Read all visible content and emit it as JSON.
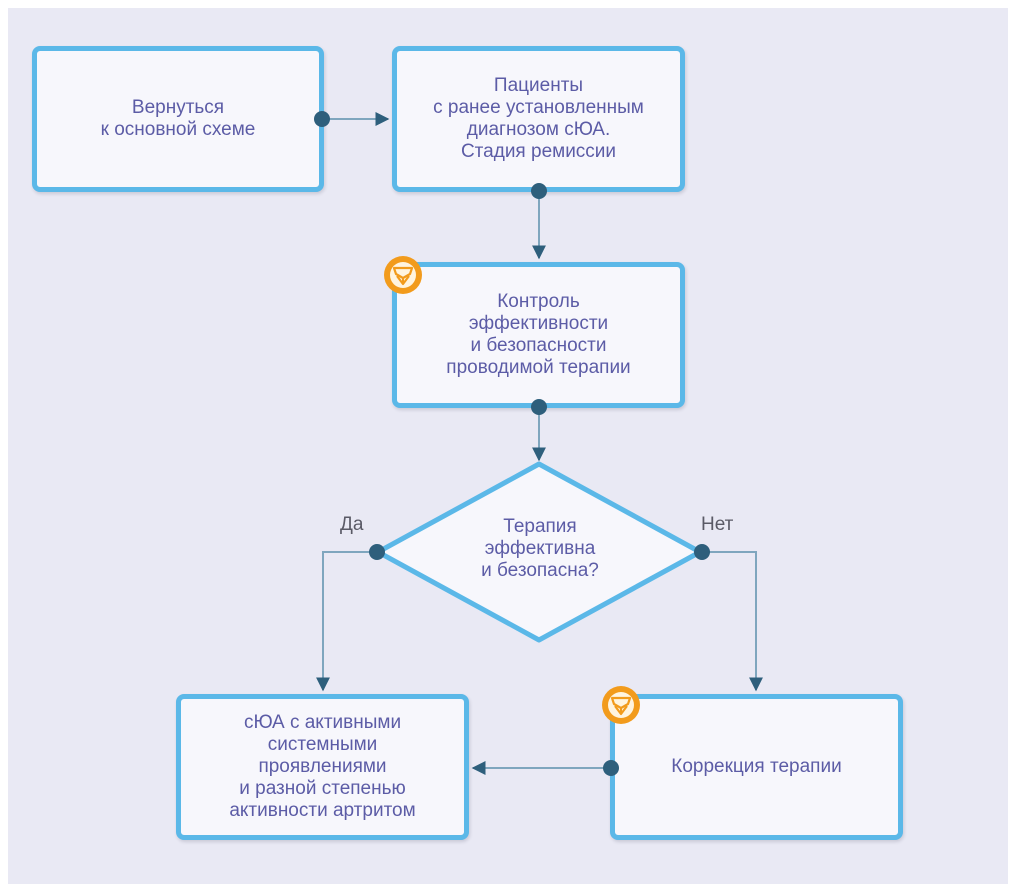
{
  "flowchart": {
    "nodes": {
      "return": "Вернуться\nк основной схеме",
      "patients": "Пациенты\nс ранее установленным\nдиагнозом сЮА.\nСтадия ремиссии",
      "control": "Контроль\nэффективности\nи безопасности\nпроводимой терапии",
      "decision": "Терапия\nэффективна\nи безопасна?",
      "active": "сЮА с активными\nсистемными\nпроявлениями\nи разной степенью\nактивности артритом",
      "correction": "Коррекция терапии"
    },
    "branches": {
      "yes": "Да",
      "no": "Нет"
    },
    "colors": {
      "node_border": "#5bb8e8",
      "node_fill": "#f7f7fc",
      "text": "#5c5ca6",
      "connector": "#2e5f7c",
      "line": "#7fa6be",
      "badge": "#f29b1c",
      "background": "#e9e9f4"
    },
    "icons": [
      "doctor-badge-icon"
    ]
  }
}
